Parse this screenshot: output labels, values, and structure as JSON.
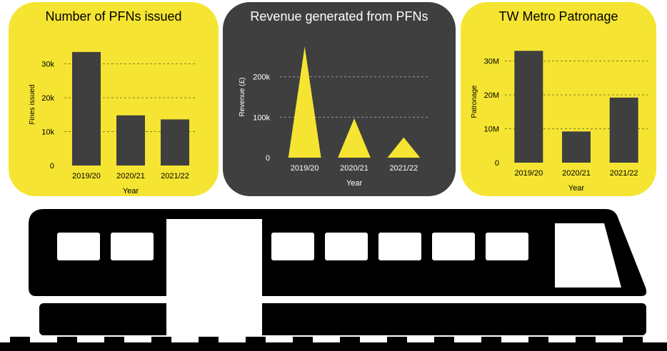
{
  "colors": {
    "yellow": "#f5e532",
    "dark": "#3f3f3f",
    "black": "#000000",
    "white": "#ffffff"
  },
  "chart_data": [
    {
      "type": "bar",
      "title": "Number of PFNs issued",
      "xlabel": "Year",
      "ylabel": "Fines issued",
      "categories": [
        "2019/20",
        "2020/21",
        "2021/22"
      ],
      "values": [
        33500,
        14800,
        13600
      ],
      "ylim": [
        0,
        36000
      ],
      "yticks": [
        0,
        10000,
        20000,
        30000
      ],
      "ytick_labels": [
        "0",
        "10k",
        "20k",
        "30k"
      ],
      "grid": true,
      "background": "#f5e532",
      "mark_color": "#3f3f3f",
      "text_color": "#000000"
    },
    {
      "type": "area",
      "title": "Revenue generated from PFNs",
      "xlabel": "Year",
      "ylabel": "Revenue (£)",
      "categories": [
        "2019/20",
        "2020/21",
        "2021/22"
      ],
      "values": [
        275000,
        97000,
        50000
      ],
      "ylim": [
        0,
        300000
      ],
      "yticks": [
        0,
        100000,
        200000
      ],
      "ytick_labels": [
        "0",
        "100k",
        "200k"
      ],
      "grid": true,
      "background": "#3f3f3f",
      "mark_color": "#f5e532",
      "text_color": "#ffffff"
    },
    {
      "type": "bar",
      "title": "TW Metro Patronage",
      "xlabel": "Year",
      "ylabel": "Patronage",
      "categories": [
        "2019/20",
        "2020/21",
        "2021/22"
      ],
      "values": [
        33000000,
        9200000,
        19200000
      ],
      "ylim": [
        0,
        36000000
      ],
      "yticks": [
        0,
        10000000,
        20000000,
        30000000
      ],
      "ytick_labels": [
        "0",
        "10M",
        "20M",
        "30M"
      ],
      "grid": true,
      "background": "#f5e532",
      "mark_color": "#3f3f3f",
      "text_color": "#000000"
    }
  ],
  "illustration": {
    "name": "metro-train-icon"
  }
}
